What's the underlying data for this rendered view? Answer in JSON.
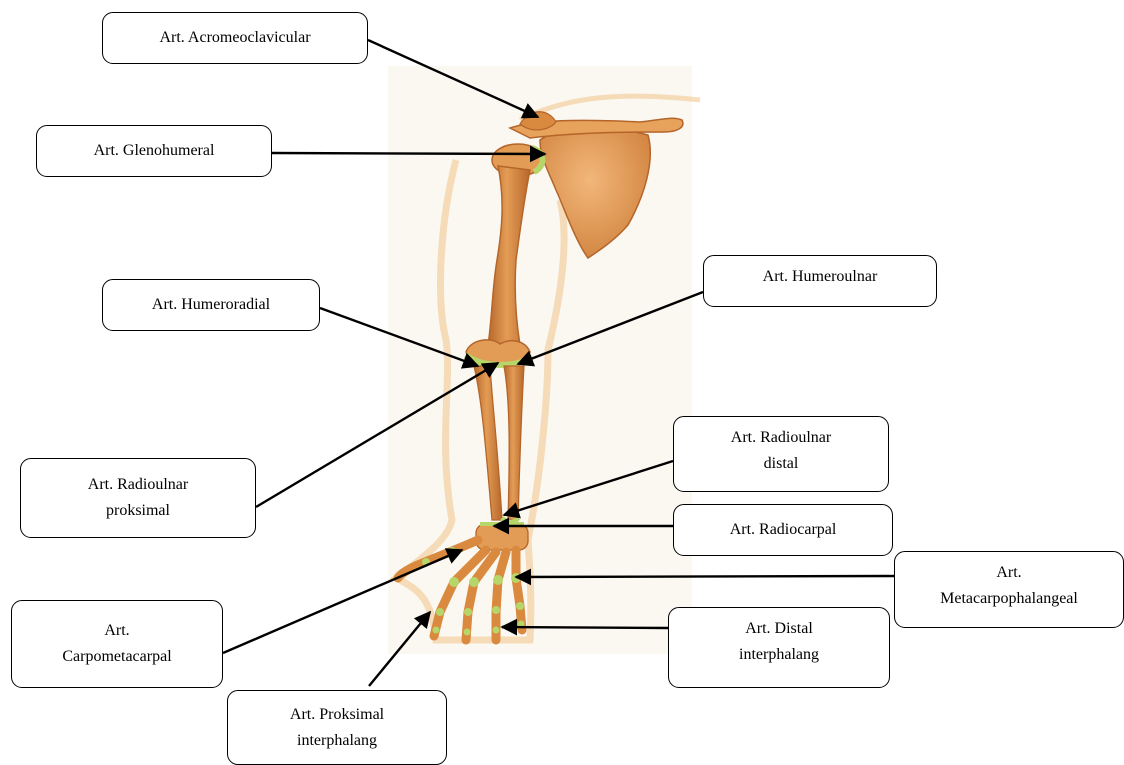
{
  "labels": {
    "acromioclavicular": "Art. Acromeoclavicular",
    "glenohumeral": "Art. Glenohumeral",
    "humeroradial": "Art. Humeroradial",
    "humeroulnar": "Art. Humeroulnar",
    "radioulnar_proximal": "Art. Radioulnar\nproksimal",
    "radioulnar_distal": "Art. Radioulnar\ndistal",
    "radiocarpal": "Art. Radiocarpal",
    "metacarpophalangeal": "Art.\nMetacarpophalangeal",
    "carpometacarpal": "Art.\nCarpometacarpal",
    "distal_interphalang": "Art. Distal\ninterphalang",
    "proximal_interphalang": "Art. Proksimal\ninterphalang"
  },
  "colors": {
    "bone": "#d98a3f",
    "bone_shade": "#b4652a",
    "bone_light": "#f0b77a",
    "cartilage": "#b6d66a",
    "skin_outline": "#f1c890",
    "line": "#000000"
  }
}
